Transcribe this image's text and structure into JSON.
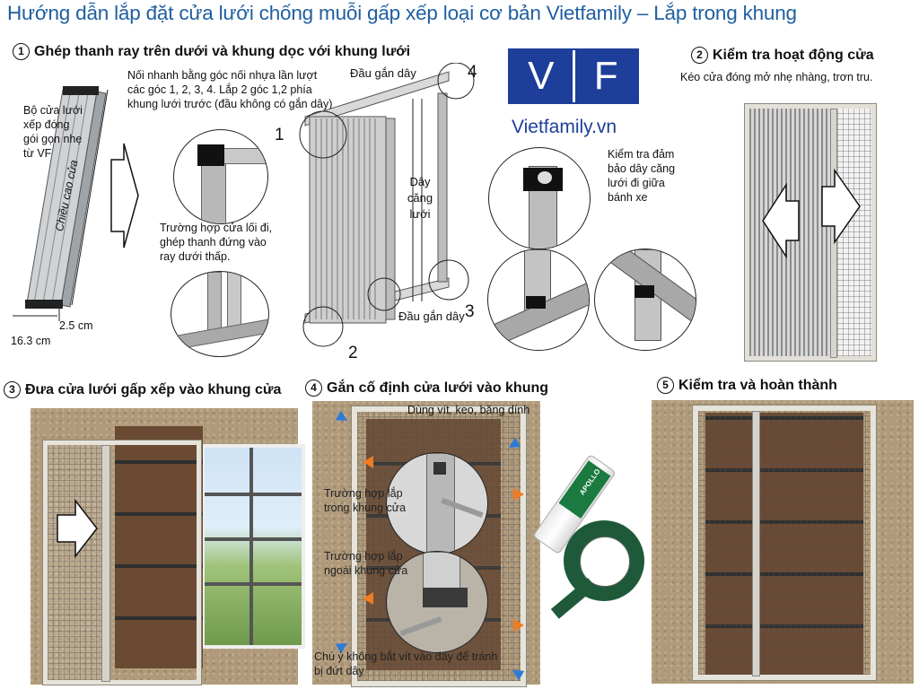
{
  "title": "Hướng dẫn lắp đặt cửa lưới chống muỗi gấp xếp loại cơ bản Vietfamily – Lắp trong khung",
  "logo": {
    "letters": "VF",
    "domain": "Vietfamily.vn",
    "color": "#1d3f9a"
  },
  "step1": {
    "number": "1",
    "heading": "Ghép thanh ray trên dưới và khung dọc với khung lưới",
    "package_note": "Bộ cửa lưới xếp đóng gói gọn nhẹ từ VF",
    "height_label": "Chiều cao cửa",
    "dim_width": "16.3 cm",
    "dim_depth": "2.5 cm",
    "join_note": "Nối nhanh bằng góc nối nhựa lần lượt các góc 1, 2, 3, 4. Lắp 2 góc 1,2 phía khung lưới trước (đầu không có gắn dây)",
    "door_case_note": "Trường hợp cửa lối đi, ghép thanh đứng vào ray dưới thấp.",
    "corner_labels": [
      "1",
      "2",
      "3",
      "4"
    ],
    "cord_end_top": "Đầu gắn dây",
    "cord_end_bottom": "Đầu gắn dây",
    "cord_tension": "Dây căng lưới",
    "check_note": "Kiểm tra đảm bảo dây căng lưới đi giữa bánh xe"
  },
  "step2": {
    "number": "2",
    "heading": "Kiểm tra hoạt động cửa",
    "note": "Kéo cửa đóng mở nhẹ nhàng, trơn tru."
  },
  "step3": {
    "number": "3",
    "heading": "Đưa cửa lưới gấp xếp vào khung cửa"
  },
  "step4": {
    "number": "4",
    "heading": "Gắn cố định cửa lưới vào khung",
    "methods": "Dùng vít, keo, băng dính",
    "inside_case": "Trường hợp lắp trong khung cửa",
    "outside_case": "Trường hợp lắp ngoài khung cửa",
    "warning": "Chú ý không bắt vít vào dây để tránh bị đứt dây",
    "glue_brand": "APOLLO"
  },
  "step5": {
    "number": "5",
    "heading": "Kiểm tra và hoàn thành"
  },
  "colors": {
    "title": "#1f5fa0",
    "accent_blue": "#2e7bd6",
    "accent_orange": "#f07b22",
    "frame": "#e6e3da"
  }
}
